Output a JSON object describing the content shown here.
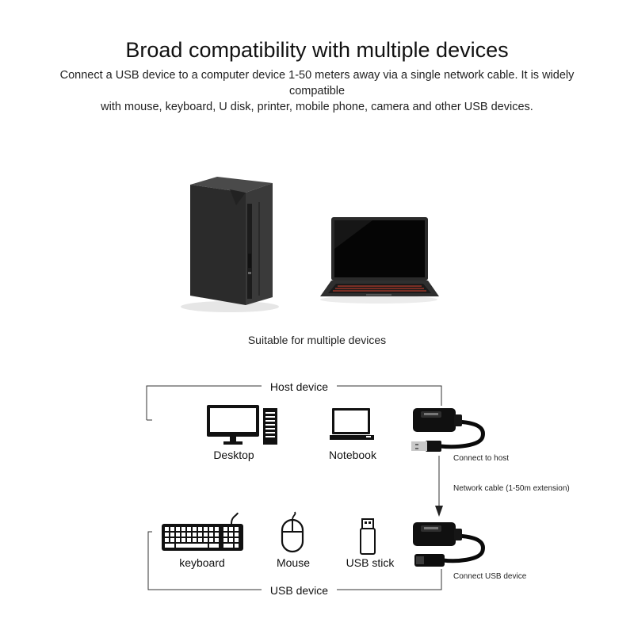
{
  "heading": {
    "title": "Broad compatibility with multiple devices",
    "description_line1": "Connect a USB device to a computer device 1-50 meters away via a single network cable. It is widely compatible",
    "description_line2": "with mouse, keyboard, U disk, printer, mobile phone, camera and other USB devices."
  },
  "photo": {
    "caption": "Suitable for multiple devices"
  },
  "diagram": {
    "host_group_label": "Host device",
    "usb_group_label": "USB device",
    "host_devices": [
      {
        "label": "Desktop",
        "icon": "desktop-computer-icon"
      },
      {
        "label": "Notebook",
        "icon": "notebook-icon"
      }
    ],
    "usb_devices": [
      {
        "label": "keyboard",
        "icon": "keyboard-icon"
      },
      {
        "label": "Mouse",
        "icon": "mouse-icon"
      },
      {
        "label": "USB stick",
        "icon": "usb-stick-icon"
      }
    ],
    "connect_to_host": "Connect to host",
    "network_cable": "Network cable (1-50m extension)",
    "connect_usb_device": "Connect USB device"
  }
}
